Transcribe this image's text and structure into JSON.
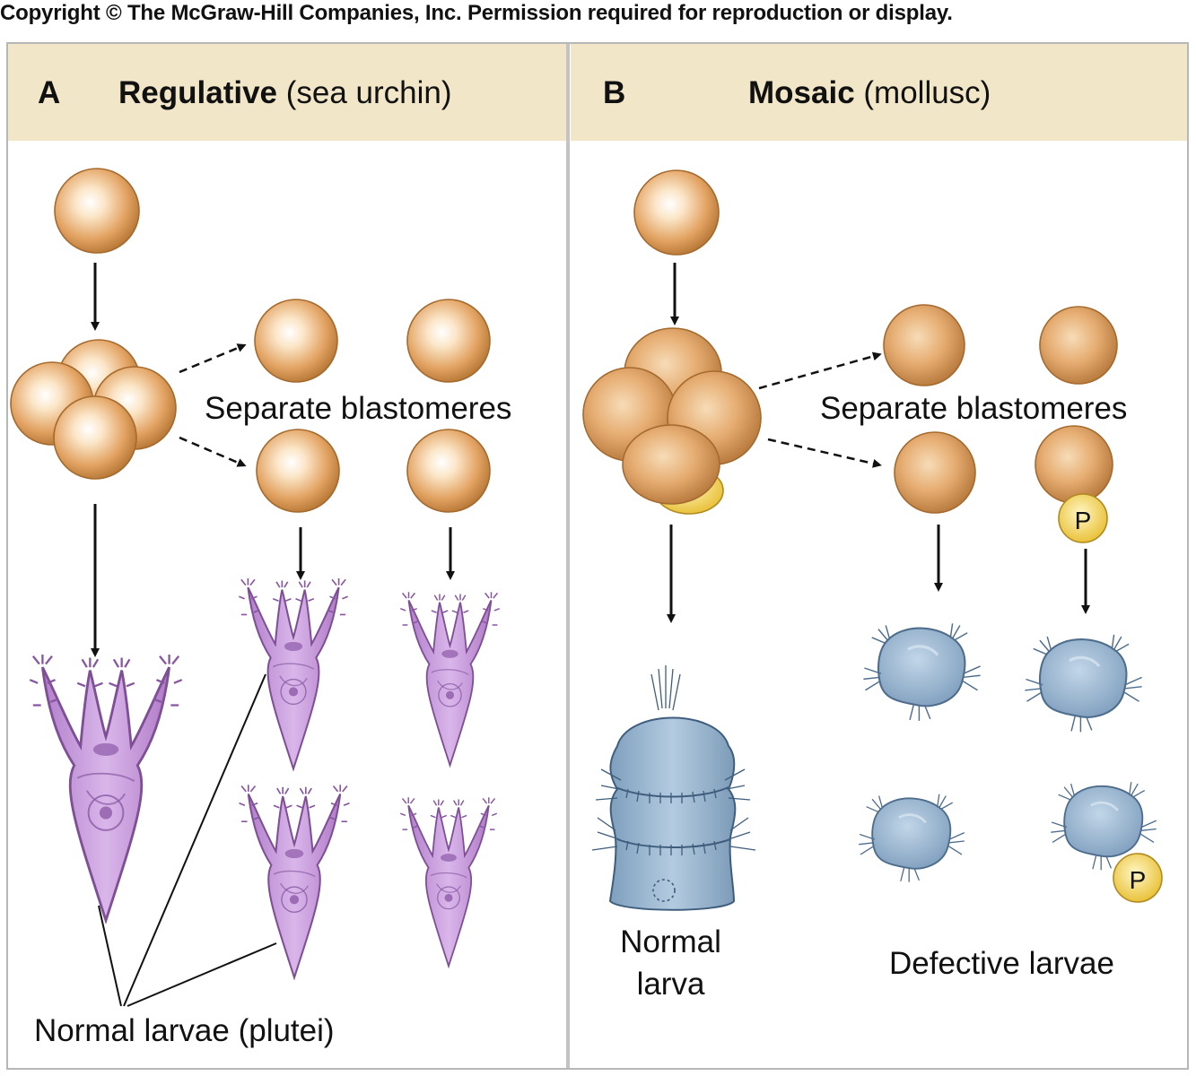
{
  "copyright": "Copyright © The McGraw-Hill Companies, Inc. Permission required for reproduction or display.",
  "panel_a": {
    "letter": "A",
    "title_bold": "Regulative",
    "title_rest": "(sea urchin)",
    "separate_label": "Separate blastomeres",
    "larvae_label": "Normal larvae (plutei)"
  },
  "panel_b": {
    "letter": "B",
    "title_bold": "Mosaic",
    "title_rest": "(mollusc)",
    "separate_label": "Separate blastomeres",
    "normal_larva_line1": "Normal",
    "normal_larva_line2": "larva",
    "defective_label": "Defective larvae",
    "polar_lobe_marker": "P"
  },
  "colors": {
    "header_bg": "#f1e6c7",
    "cell": "#e0a060",
    "pluteus": "#c49ad8",
    "mollusc_larva": "#9db7d0",
    "polar_lobe": "#f3d35a"
  }
}
